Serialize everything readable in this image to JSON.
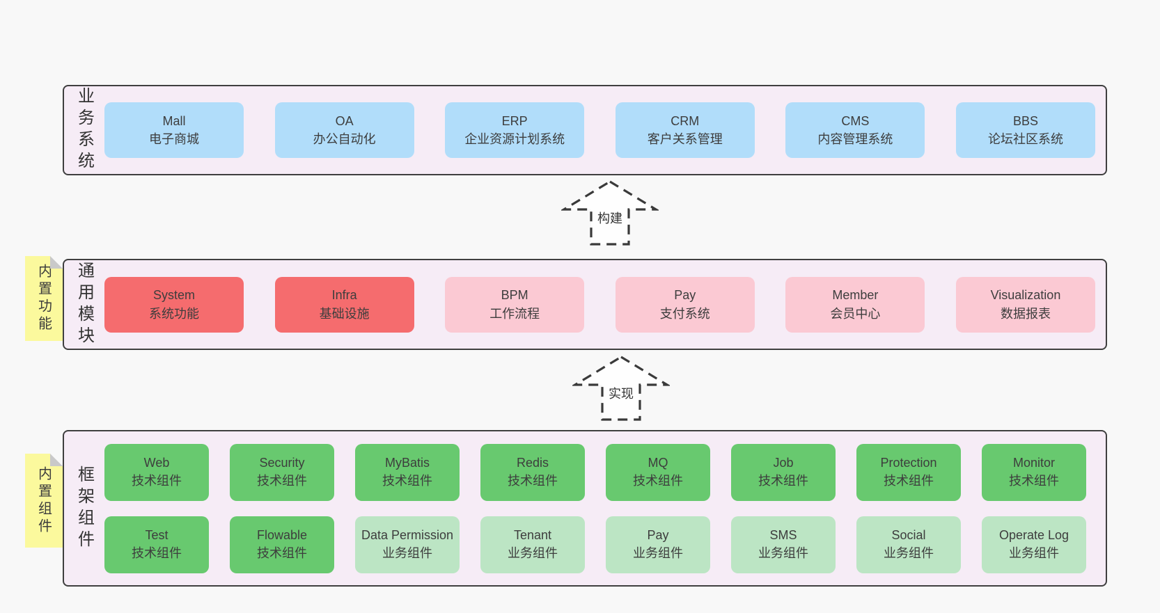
{
  "palette": {
    "page_bg": "#f8f8f8",
    "band_bg": "#f6ecf6",
    "band_border": "#3f3f3f",
    "blue": "#b1ddfa",
    "red": "#f56c6e",
    "pink": "#fbc9d3",
    "green_dark": "#68c96f",
    "green_light": "#bce5c4",
    "sticky_yellow": "#fbf99d",
    "sticky_fold": "#c9c9c9",
    "text": "#3d3d3d"
  },
  "arrows": [
    {
      "label": "构建"
    },
    {
      "label": "实现"
    }
  ],
  "stickies": [
    {
      "label": "内置功能"
    },
    {
      "label": "内置组件"
    }
  ],
  "bands": [
    {
      "label": "业务系统",
      "boxes": [
        {
          "name": "Mall",
          "desc": "电子商城"
        },
        {
          "name": "OA",
          "desc": "办公自动化"
        },
        {
          "name": "ERP",
          "desc": "企业资源计划系统"
        },
        {
          "name": "CRM",
          "desc": "客户关系管理"
        },
        {
          "name": "CMS",
          "desc": "内容管理系统"
        },
        {
          "name": "BBS",
          "desc": "论坛社区系统"
        }
      ]
    },
    {
      "label": "通用模块",
      "boxes": [
        {
          "name": "System",
          "desc": "系统功能"
        },
        {
          "name": "Infra",
          "desc": "基础设施"
        },
        {
          "name": "BPM",
          "desc": "工作流程"
        },
        {
          "name": "Pay",
          "desc": "支付系统"
        },
        {
          "name": "Member",
          "desc": "会员中心"
        },
        {
          "name": "Visualization",
          "desc": "数据报表"
        }
      ]
    },
    {
      "label": "框架组件",
      "rows": [
        [
          {
            "name": "Web",
            "desc": "技术组件"
          },
          {
            "name": "Security",
            "desc": "技术组件"
          },
          {
            "name": "MyBatis",
            "desc": "技术组件"
          },
          {
            "name": "Redis",
            "desc": "技术组件"
          },
          {
            "name": "MQ",
            "desc": "技术组件"
          },
          {
            "name": "Job",
            "desc": "技术组件"
          },
          {
            "name": "Protection",
            "desc": "技术组件"
          },
          {
            "name": "Monitor",
            "desc": "技术组件"
          }
        ],
        [
          {
            "name": "Test",
            "desc": "技术组件"
          },
          {
            "name": "Flowable",
            "desc": "技术组件"
          },
          {
            "name": "Data Permission",
            "desc": "业务组件"
          },
          {
            "name": "Tenant",
            "desc": "业务组件"
          },
          {
            "name": "Pay",
            "desc": "业务组件"
          },
          {
            "name": "SMS",
            "desc": "业务组件"
          },
          {
            "name": "Social",
            "desc": "业务组件"
          },
          {
            "name": "Operate Log",
            "desc": "业务组件"
          }
        ]
      ]
    }
  ]
}
